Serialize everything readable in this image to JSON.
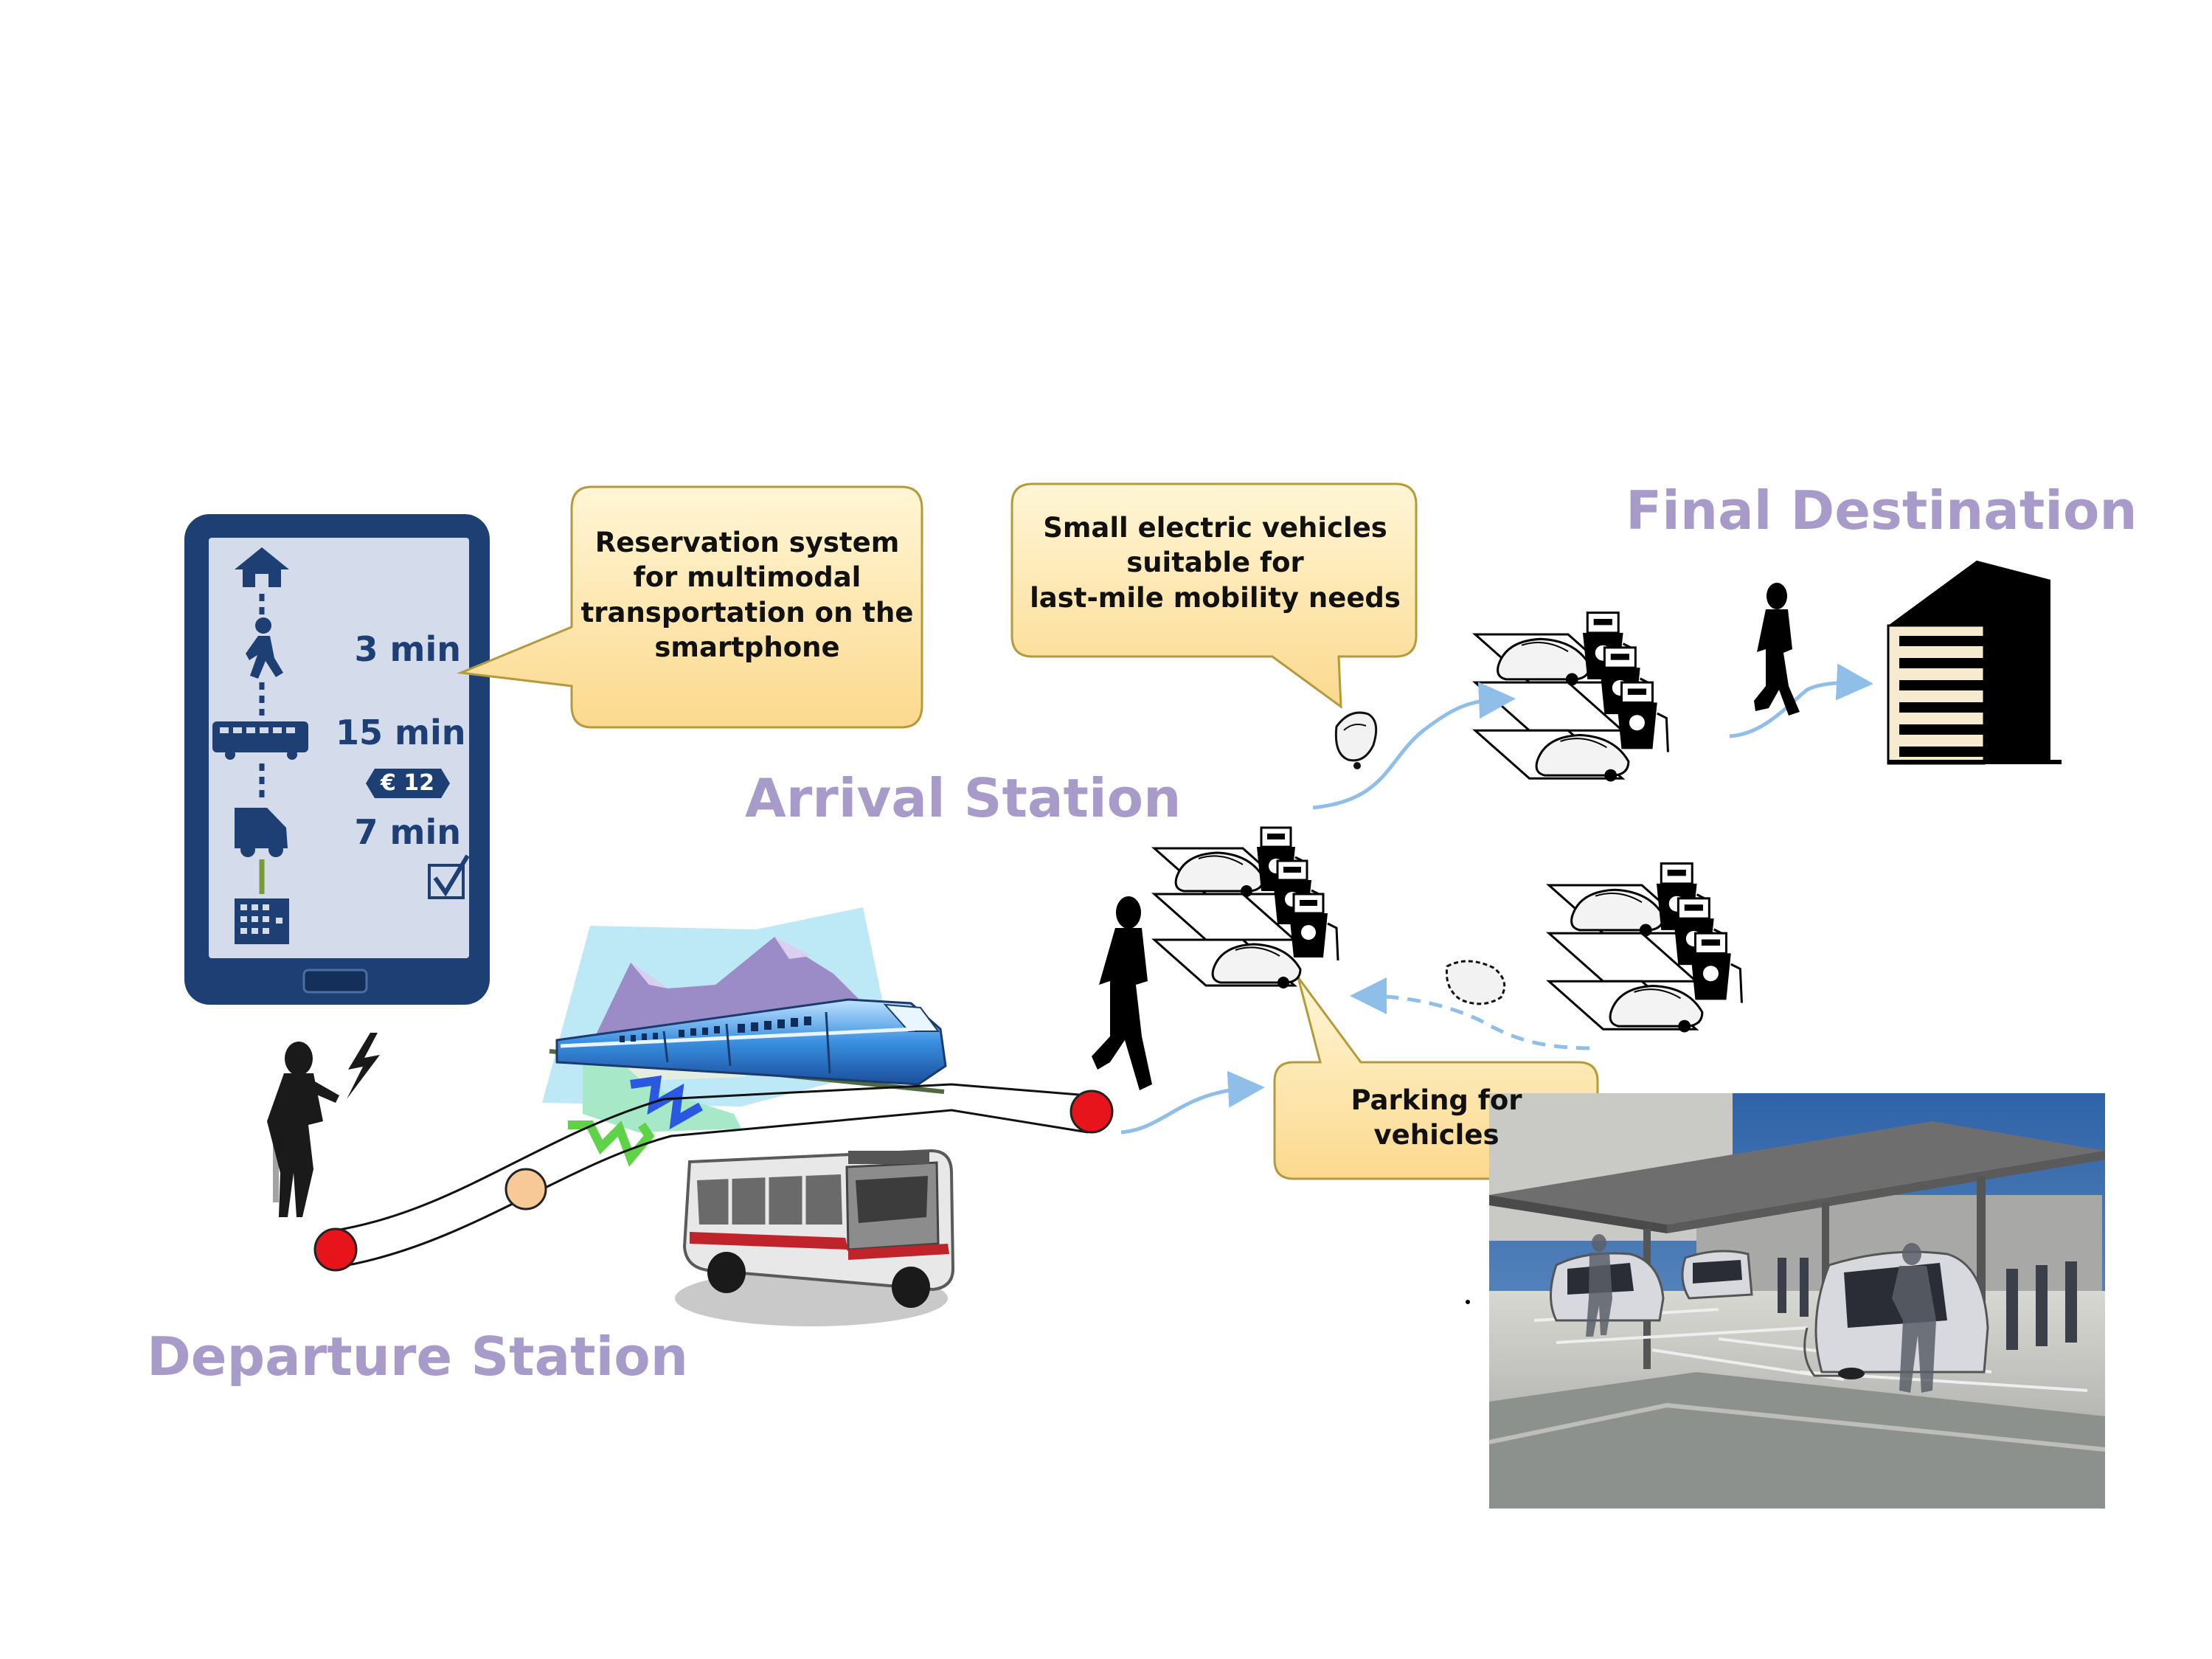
{
  "stations": {
    "departure": "Departure Station",
    "arrival": "Arrival Station",
    "final": "Final Destination"
  },
  "callouts": {
    "reservation": "Reservation system\nfor multimodal\ntransportation on the\nsmartphone",
    "vehicles": "Small electric vehicles\nsuitable for\nlast-mile mobility needs",
    "parking": "Parking for\nvehicles"
  },
  "phone": {
    "walk_time": "3 min",
    "bus_time": "15 min",
    "price": "€ 12",
    "car_time": "7 min"
  },
  "colors": {
    "station_label": "#a99bc9",
    "phone_frame": "#1d3f73",
    "phone_screen": "#d4dceb",
    "callout_fill": "#fde9b4",
    "callout_border": "#b59a3c",
    "route_arrow": "#8fbfe8",
    "marker_red": "#e8141c",
    "marker_peach": "#f7c996"
  }
}
